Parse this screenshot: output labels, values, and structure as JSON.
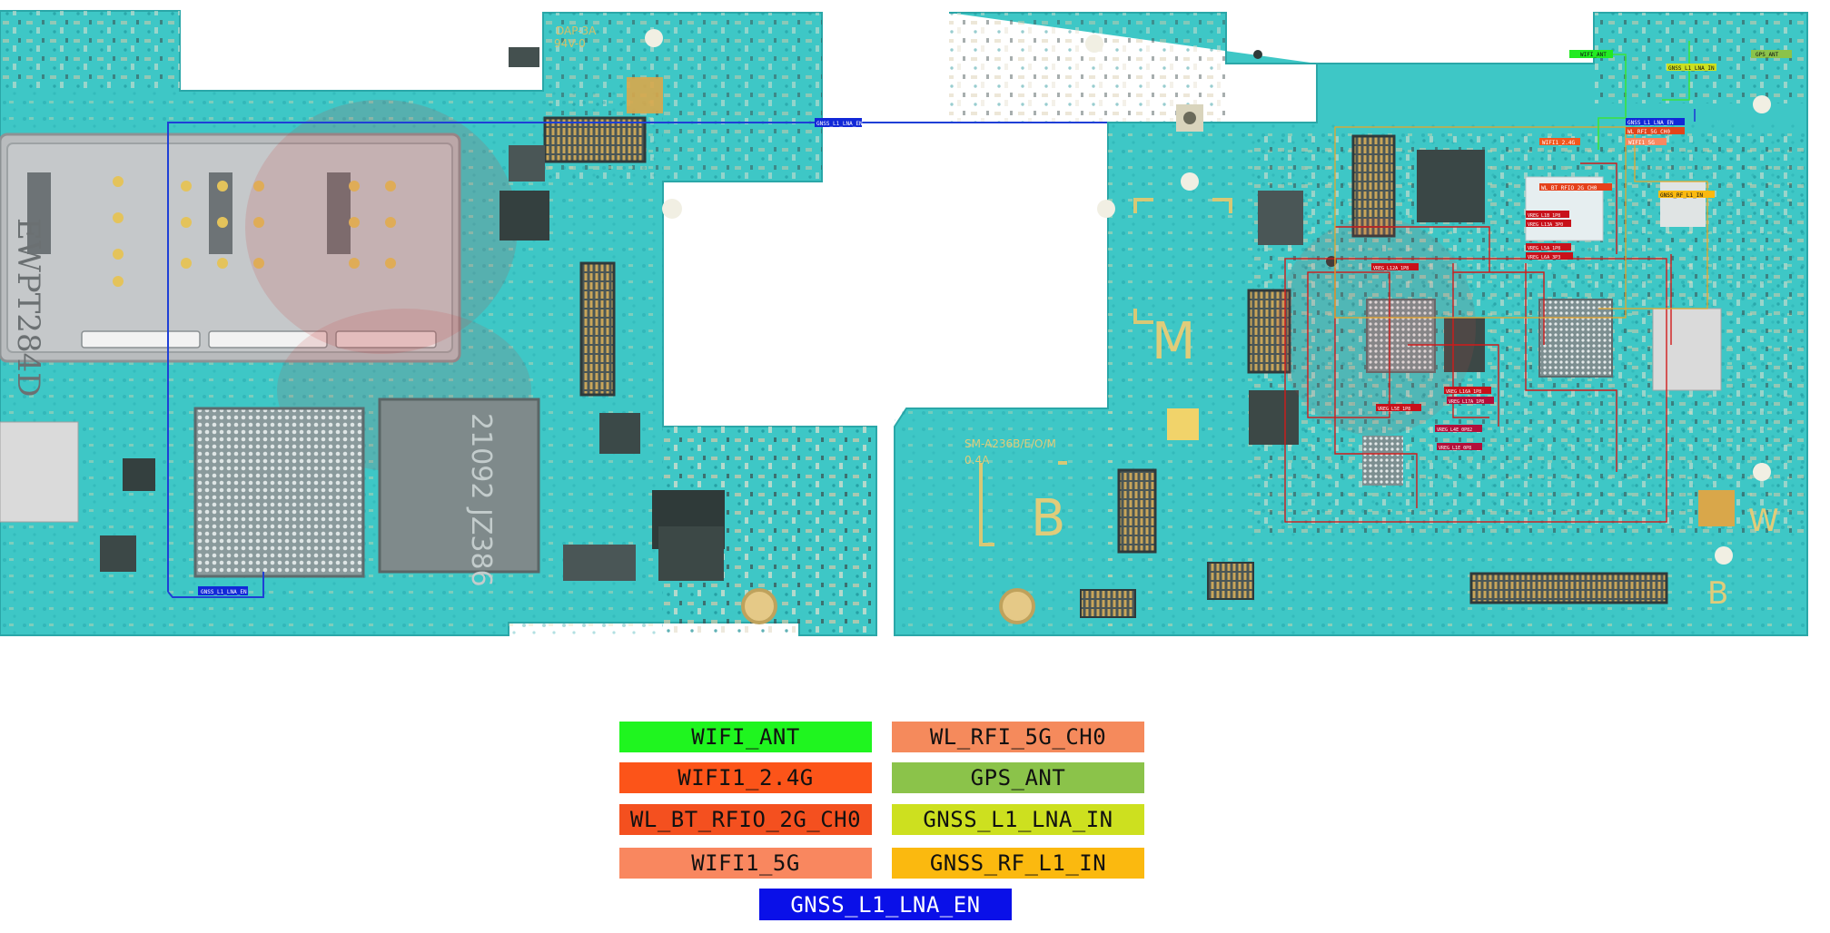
{
  "board": {
    "left_markings": {
      "sim_tray": "EWPT284D",
      "ic_label": "21092 JZ386",
      "pcb_code_1": "94V-0",
      "pcb_code_2": "DAP-3A"
    },
    "right_markings": {
      "model": "SM-A236B/E/O/M",
      "revision": "0.4A",
      "letter_m": "M",
      "letter_b": "B",
      "letter_w": "W",
      "letter_b2": "B"
    },
    "net_tags": {
      "left_top": "GNSS_L1_LNA_EN",
      "left_bottom": "GNSS_L1_LNA_EN",
      "right_1": "GNSS_L1_LNA_EN",
      "right_2": "WL_RFI_5G_CH0",
      "right_3": "WIFI1_2.4G",
      "right_4": "WIFI1_5G",
      "right_5": "WL_BT_RFIO_2G_CH0",
      "wifi_ant": "WIFI_ANT",
      "gps_ant": "GPS_ANT",
      "gnss_in": "GNSS_L1_LNA_IN",
      "gnss_rf": "GNSS_RF_L1_IN",
      "vreg_1": "VREG_L12A_1P8",
      "vreg_2": "VREG_L5A_1P8",
      "vreg_3": "VREG_L16A_1P8",
      "vreg_4": "VREG_L17A_1P8",
      "vreg_5": "VREG_L4E_0P82",
      "vreg_6": "VREG_L1E_0P8",
      "vreg_7": "VREG_L5E_1P8",
      "vreg_8": "VREG_L6A_3P3",
      "vreg_9": "VREG_L1B_1P8",
      "vreg_10": "VREG_L13A_3P0"
    }
  },
  "legend": [
    {
      "label": "WIFI_ANT",
      "color": "#1ff51f"
    },
    {
      "label": "WL_RFI_5G_CH0",
      "color": "#f58a5c"
    },
    {
      "label": "WIFI1_2.4G",
      "color": "#fc5419"
    },
    {
      "label": "GPS_ANT",
      "color": "#8bc34a"
    },
    {
      "label": "WL_BT_RFIO_2G_CH0",
      "color": "#f4501f"
    },
    {
      "label": "GNSS_L1_LNA_IN",
      "color": "#cde01f"
    },
    {
      "label": "WIFI1_5G",
      "color": "#f9875f"
    },
    {
      "label": "GNSS_RF_L1_IN",
      "color": "#fbb90f"
    },
    {
      "label": "GNSS_L1_LNA_EN",
      "color": "#0a10e8"
    }
  ]
}
